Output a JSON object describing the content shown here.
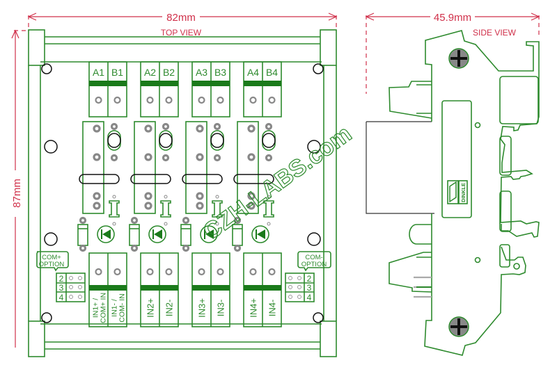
{
  "dimensions": {
    "width_label": "82mm",
    "height_label": "87mm",
    "side_width_label": "45.9mm"
  },
  "views": {
    "top": "TOP VIEW",
    "side": "SIDE VIEW"
  },
  "top_terminals": [
    "A1",
    "B1",
    "A2",
    "B2",
    "A3",
    "B3",
    "A4",
    "B4"
  ],
  "bottom_terminals": [
    "IN1+ / COM+ IN",
    "IN1- / COM- IN",
    "IN2+",
    "IN2-",
    "IN3+",
    "IN3-",
    "IN4+",
    "IN4-"
  ],
  "bottom_terminal_lines": [
    [
      "IN1+ /",
      "COM+ IN"
    ],
    [
      "IN1- /",
      "COM- IN"
    ],
    [
      "IN2+"
    ],
    [
      "IN2-"
    ],
    [
      "IN3+"
    ],
    [
      "IN3-"
    ],
    [
      "IN4+"
    ],
    [
      "IN4-"
    ]
  ],
  "jumpers": {
    "left": {
      "label_line1": "COM+",
      "label_line2": "OPTION",
      "pins": [
        "2",
        "3",
        "4"
      ]
    },
    "right": {
      "label_line1": "COM-",
      "label_line2": "OPTION",
      "pins": [
        "2",
        "3",
        "4"
      ]
    }
  },
  "brand_mark": "DINKLE",
  "watermark": "CZH-LABS.com",
  "colors": {
    "outline": "#2d8a2d",
    "dimension": "#d0304a",
    "bar": "#1a7a1a"
  }
}
